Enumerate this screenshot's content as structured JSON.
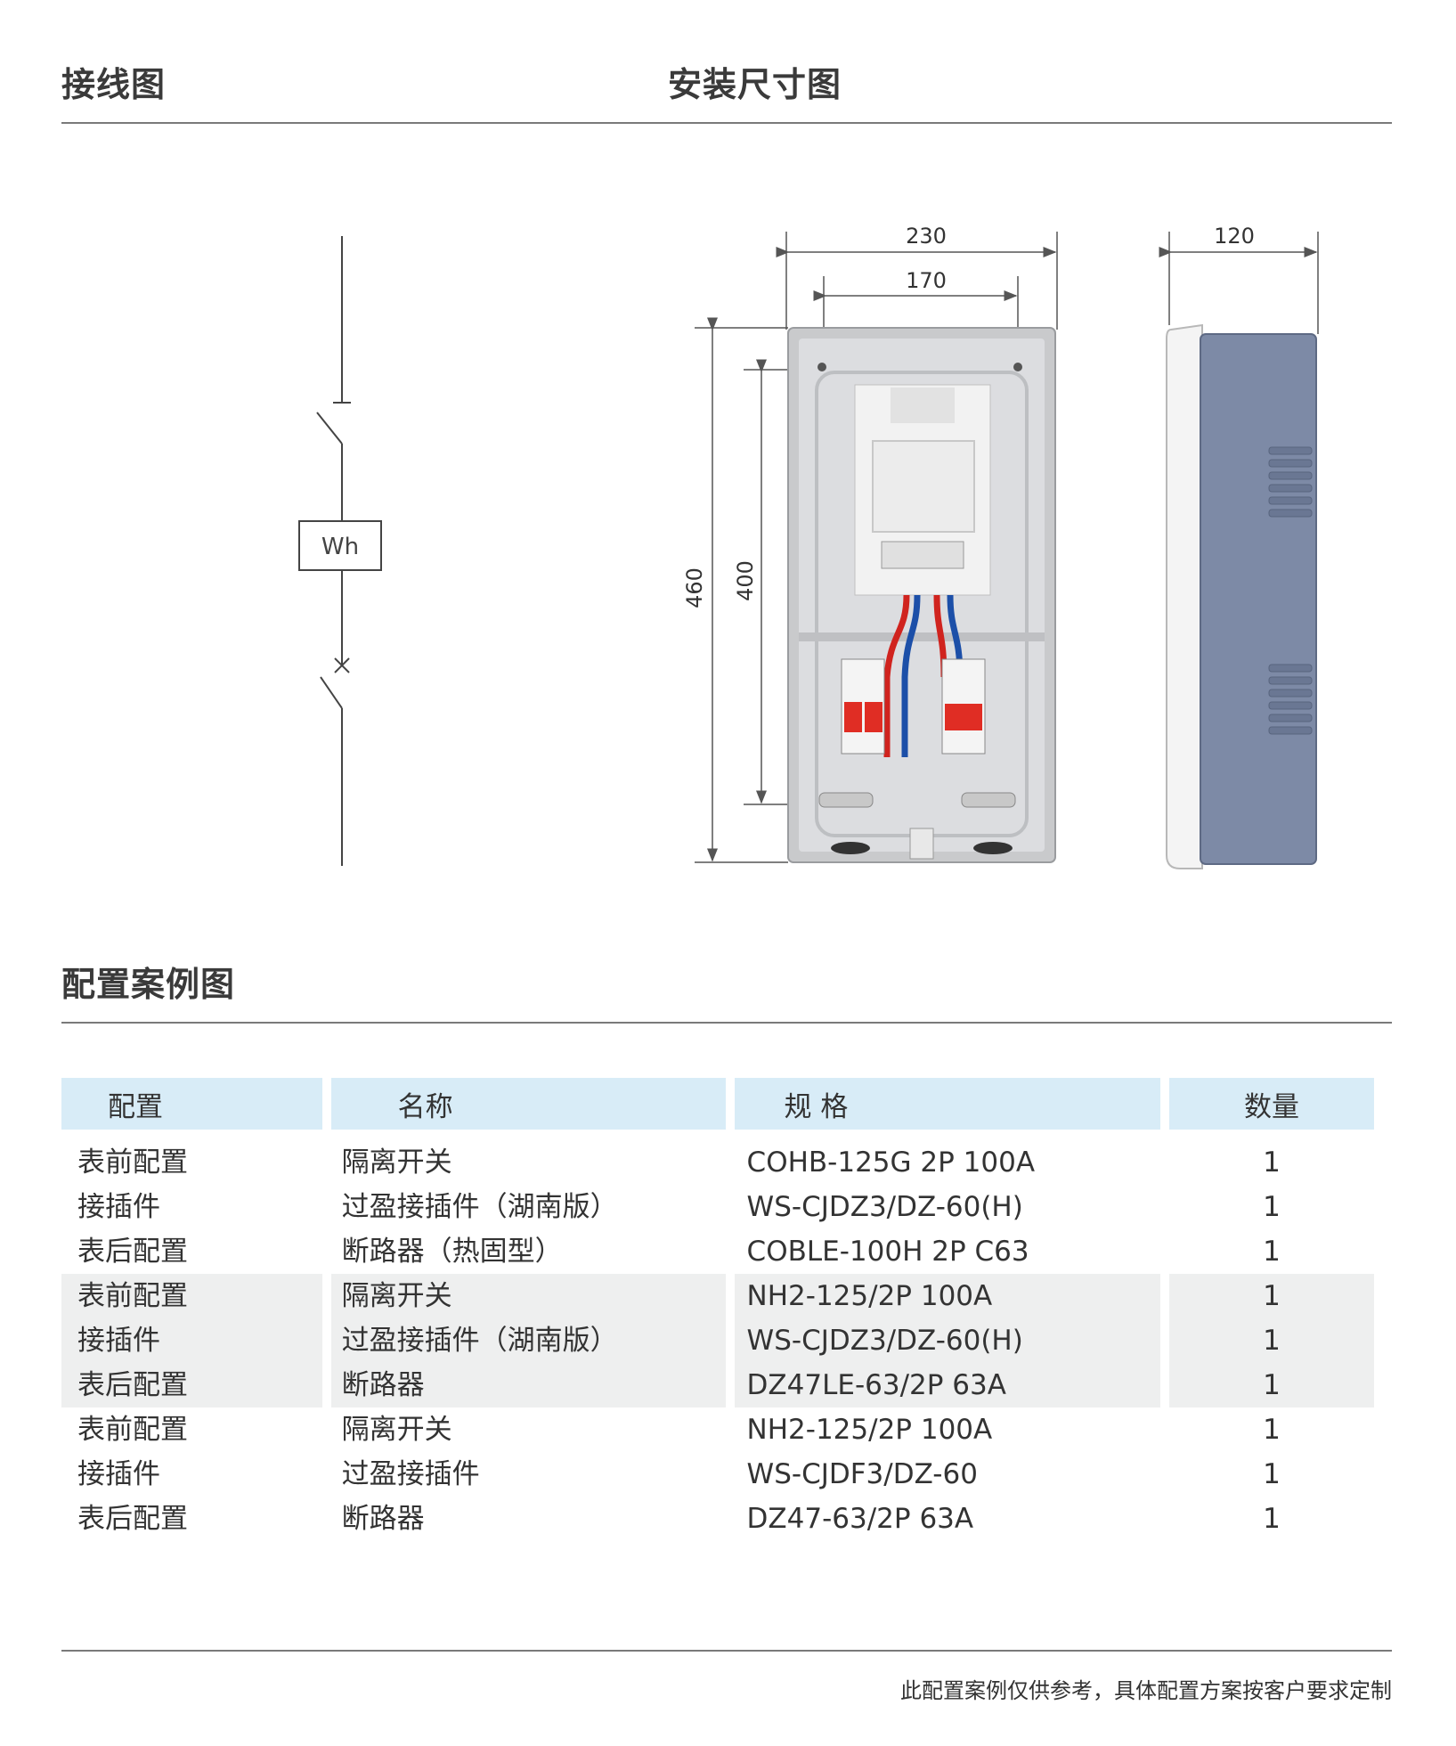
{
  "headings": {
    "wiring": "接线图",
    "install": "安装尺寸图",
    "config": "配置案例图"
  },
  "wiring_diagram": {
    "meter_label": "Wh"
  },
  "dimensions": {
    "front_width": "230",
    "mount_width": "170",
    "front_height": "460",
    "mount_height": "400",
    "depth": "120"
  },
  "table": {
    "headers": [
      "配置",
      "名称",
      "规 格",
      "数量"
    ],
    "groups": [
      {
        "rows": [
          {
            "config": "表前配置",
            "name": "隔离开关",
            "spec": "COHB-125G 2P 100A",
            "qty": "1"
          },
          {
            "config": "接插件",
            "name": "过盈接插件（湖南版）",
            "spec": "WS-CJDZ3/DZ-60(H)",
            "qty": "1"
          },
          {
            "config": "表后配置",
            "name": "断路器（热固型）",
            "spec": "COBLE-100H 2P C63",
            "qty": "1"
          }
        ]
      },
      {
        "rows": [
          {
            "config": "表前配置",
            "name": "隔离开关",
            "spec": "NH2-125/2P 100A",
            "qty": "1"
          },
          {
            "config": "接插件",
            "name": "过盈接插件（湖南版）",
            "spec": "WS-CJDZ3/DZ-60(H)",
            "qty": "1"
          },
          {
            "config": "表后配置",
            "name": "断路器",
            "spec": "DZ47LE-63/2P 63A",
            "qty": "1"
          }
        ]
      },
      {
        "rows": [
          {
            "config": "表前配置",
            "name": "隔离开关",
            "spec": "NH2-125/2P 100A",
            "qty": "1"
          },
          {
            "config": "接插件",
            "name": "过盈接插件",
            "spec": "WS-CJDF3/DZ-60",
            "qty": "1"
          },
          {
            "config": "表后配置",
            "name": "断路器",
            "spec": "DZ47-63/2P 63A",
            "qty": "1"
          }
        ]
      }
    ]
  },
  "footnote": "此配置案例仅供参考，具体配置方案按客户要求定制"
}
